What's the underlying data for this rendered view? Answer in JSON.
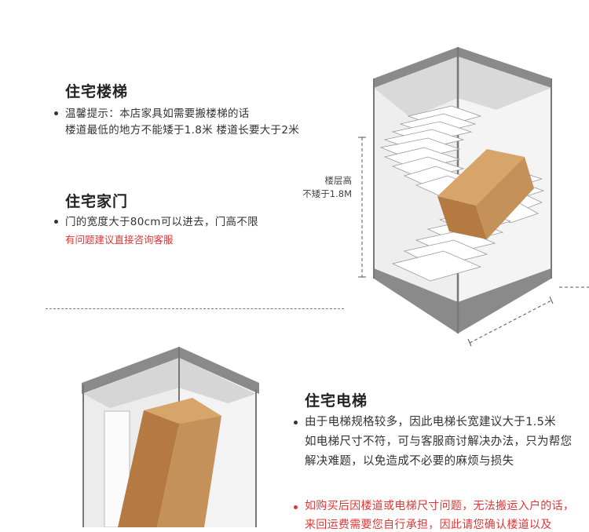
{
  "stairs": {
    "title": "住宅楼梯",
    "lines": [
      "温馨提示：本店家具如需要搬楼梯的话",
      "楼道最低的地方不能矮于1.8米 楼道长要大于2米"
    ],
    "dimension": [
      "楼层高",
      "不矮于1.8M"
    ],
    "illustration": "staircase-box-illustration"
  },
  "door": {
    "title": "住宅家门",
    "lines": [
      "门的宽度大于80cm可以进去，门高不限"
    ],
    "note": "有问题建议直接咨询客服"
  },
  "elevator": {
    "title": "住宅电梯",
    "lines": [
      "由于电梯规格较多，因此电梯长宽建议大于1.5米",
      "如电梯尺寸不符，可与客服商讨解决办法，只为帮您",
      "解决难题，以免造成不必要的麻烦与损失"
    ],
    "warning_lines": [
      "如购买后因楼道或电梯尺寸问题，无法搬运入户的话，",
      "来回运费需要您自行承担，因此请您确认楼道以及"
    ],
    "illustration": "elevator-box-illustration"
  },
  "colors": {
    "accent_red": "#e03636",
    "box_brown": "#c4915a",
    "frame_gray": "#7b7b7b"
  }
}
